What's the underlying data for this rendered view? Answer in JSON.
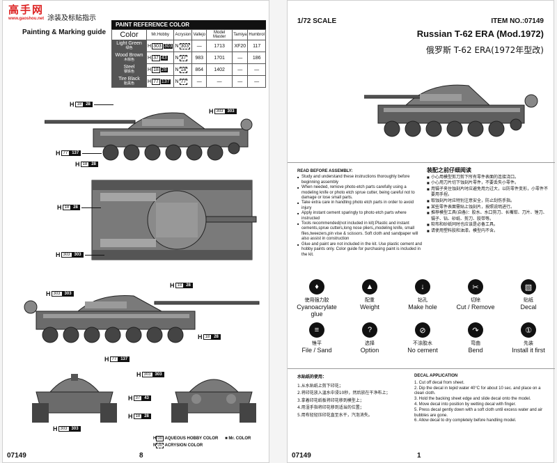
{
  "left_page": {
    "logo_top": "高手网",
    "logo_sub": "www.gaoshou.net",
    "guide_cn": "涂装及标贴指示",
    "guide_en": "Painting & Marking guide",
    "ref_table": {
      "title": "PAINT REFERENCE COLOR",
      "headers": [
        "Color",
        "Mr.Hobby",
        "Acrysion",
        "Vallejo",
        "Model Master",
        "Tamiya",
        "Humbrol"
      ],
      "rows": [
        {
          "name": "Light Green",
          "name_cn": "绿色",
          "hobby": "303",
          "acry": "303",
          "vallejo": "—",
          "mm": "1713",
          "tamiya": "XF20",
          "humbrol": "117"
        },
        {
          "name": "Wood Brown",
          "name_cn": "木棕色",
          "hobby": "37",
          "acry": "37",
          "vallejo": "983",
          "mm": "1701",
          "tamiya": "—",
          "humbrol": "186"
        },
        {
          "name": "Steel",
          "name_cn": "钢铁色",
          "hobby": "18",
          "acry": "18",
          "vallejo": "864",
          "mm": "1402",
          "tamiya": "—",
          "humbrol": "—"
        },
        {
          "name": "Tire Black",
          "name_cn": "胎黑色",
          "hobby": "77",
          "acry": "77",
          "vallejo": "—",
          "mm": "—",
          "tamiya": "—",
          "humbrol": "—"
        }
      ],
      "hobby_second": [
        "303",
        "43",
        "28",
        "137"
      ],
      "h_letter": "H",
      "n_letter": "N"
    },
    "callouts": {
      "c1": {
        "letter": "H",
        "a": "18",
        "b": "28"
      },
      "c2": {
        "letter": "H",
        "a": "303",
        "b": "303"
      },
      "c3": {
        "letter": "H",
        "a": "77",
        "b": "137"
      },
      "c4": {
        "letter": "H",
        "a": "18",
        "b": "28"
      },
      "c5": {
        "letter": "H",
        "a": "18",
        "b": "28"
      },
      "c6": {
        "letter": "H",
        "a": "303",
        "b": "303"
      },
      "c7": {
        "letter": "H",
        "a": "18",
        "b": "28"
      },
      "c8": {
        "letter": "H",
        "a": "303",
        "b": "303"
      },
      "c9": {
        "letter": "H",
        "a": "18",
        "b": "28"
      },
      "c10": {
        "letter": "H",
        "a": "77",
        "b": "137"
      },
      "c11": {
        "letter": "H",
        "a": "303",
        "b": "303"
      },
      "c12": {
        "letter": "H",
        "a": "37",
        "b": "43"
      },
      "c13": {
        "letter": "H",
        "a": "18",
        "b": "28"
      },
      "c14": {
        "letter": "H",
        "a": "303",
        "b": "303"
      }
    },
    "legend": {
      "h_code": "H",
      "h_num": "00",
      "h_text": "AQUEOUS HOBBY COLOR",
      "n_code": "N",
      "n_num": "00",
      "n_text": "ACRYSION COLOR",
      "mr_text": "Mr. COLOR"
    },
    "footer_item": "07149",
    "footer_page": "8"
  },
  "right_page": {
    "scale": "1/72 SCALE",
    "item_no": "ITEM NO.:07149",
    "title": "Russian T-62 ERA (Mod.1972)",
    "title_cn": "俄罗斯 T-62 ERA(1972年型改)",
    "assembly_en": {
      "heading": "READ BEFORE ASSEMBLY:",
      "items": [
        "Study and understand these instructions thoroughly before beginning assembly",
        "When needed, remove photo-etch parts carefully using a modeling knife or photo etch sprue cutter, being careful not to damage or lose small parts.",
        "Take extra care in handling photo etch parts in order to avoid injury",
        "Apply instant cement sparingly to photo etch parts where instructed",
        "Tools recommended(not included in kit):Plastic and instant cements,sprue cutters,long nose pliers,,modeling knife, small files,tweezers,pin vise & scissors. Soft cloth and sandpaper will also assist in construction",
        "Glue and paint are not included in the kit. Use plastic cement and hobby paints only. Color guide for purchasing paint is included in the kit."
      ]
    },
    "assembly_cn": {
      "heading": "装配之前仔细阅读",
      "items": [
        "小心用模型剪刀剪下所有零件表面的连接浇口。",
        "小心用刀片切下蚀刻片零件，不要丢失小零件。",
        "用镊子夹住蚀刻片时应避免用力过大，以防零件变形，小零件不要用手捏。",
        "取蚀刻片时应特别注意安全，防止刮伤手指。",
        "某些零件表面需贴上蚀刻片，按照说明进行。",
        "推荐模型工具(自备)：胶水、水口剪刀、长嘴钳、刀片、锉刀、镊子、钻、砂纸、剪刀、胶带等。",
        "软布和砂纸同时也应该是必备工具。",
        "请使用塑料胶和油漆。模型内不含。"
      ]
    },
    "symbols": [
      {
        "icon": "cement-tube-icon",
        "glyph": "♦",
        "cn": "使用强力胶",
        "en": "Cyanoacrylate glue"
      },
      {
        "icon": "weight-icon",
        "glyph": "▲",
        "cn": "配重",
        "en": "Weight"
      },
      {
        "icon": "drill-icon",
        "glyph": "↓",
        "cn": "钻孔",
        "en": "Make hole"
      },
      {
        "icon": "cut-icon",
        "glyph": "✂",
        "cn": "切除",
        "en": "Cut / Remove"
      },
      {
        "icon": "decal-icon",
        "glyph": "▧",
        "cn": "贴纸",
        "en": "Decal"
      },
      {
        "icon": "file-icon",
        "glyph": "≡",
        "cn": "锉平",
        "en": "File / Sand"
      },
      {
        "icon": "question-icon",
        "glyph": "?",
        "cn": "选择",
        "en": "Option"
      },
      {
        "icon": "no-cement-icon",
        "glyph": "⊘",
        "cn": "不涂胶水",
        "en": "No cement"
      },
      {
        "icon": "bend-icon",
        "glyph": "↷",
        "cn": "弯曲",
        "en": "Bend"
      },
      {
        "icon": "install-first-icon",
        "glyph": "①",
        "cn": "先装",
        "en": "Install it first"
      }
    ],
    "decal_cn": {
      "heading": "水贴纸的使用：",
      "items": [
        "1.从水贴纸上剪下印花；",
        "2.将印花放入温水中浸10秒，然后放在干净布上；",
        "3.拿着印花纸板将印花移到模型上；",
        "4.用湿手指将印花移到适当的位置；",
        "5.用布轻轻压印花直至水干，汽泡消失。"
      ]
    },
    "decal_en": {
      "heading": "DECAL APPLICATION",
      "items": [
        "1. Cut off decal from sheet.",
        "2. Dip the decal in tepid water 40°C for about 10 sec. and place on a clean cloth.",
        "3. Hold the backing sheet edge and slide decal onto the model.",
        "4. Move decal into position by wetting decal with finger.",
        "5. Press decal gently down with a soft cloth until excess water and air bubbles are gone.",
        "6. Allow decal to dry completely before handling model."
      ]
    },
    "footer_item": "07149",
    "footer_page": "1"
  }
}
